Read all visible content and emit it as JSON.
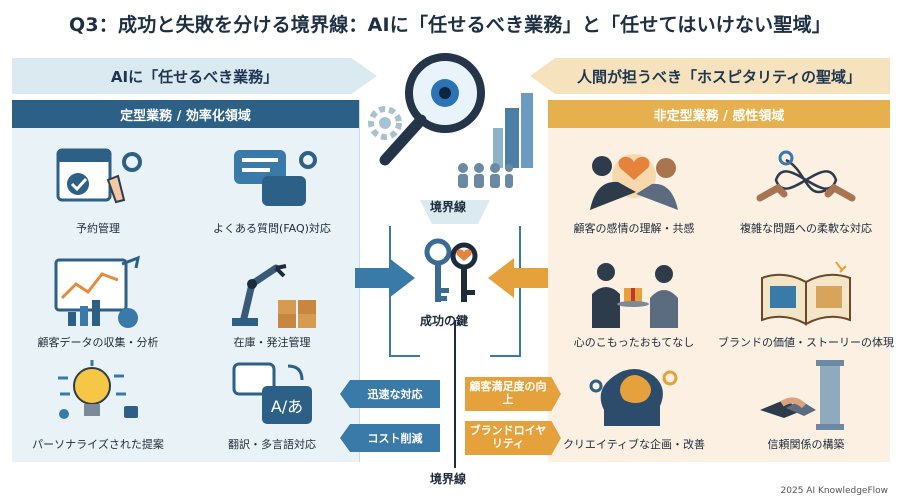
{
  "title": "Q3：成功と失敗を分ける境界線：AIに「任せるべき業務」と「任せてはいけない聖域」",
  "left_banner": "AIに「任せるべき業務」",
  "right_banner": "人間が担うべき「ホスピタリティの聖域」",
  "left_panel": {
    "header": "定型業務 / 効率化領域",
    "items": [
      {
        "label": "予約管理",
        "icon": "calendar-click-icon"
      },
      {
        "label": "よくある質問(FAQ)対応",
        "icon": "chat-bubbles-icon"
      },
      {
        "label": "顧客データの収集・分析",
        "icon": "analytics-chart-icon"
      },
      {
        "label": "在庫・発注管理",
        "icon": "robot-arm-icon"
      },
      {
        "label": "パーソナライズされた提案",
        "icon": "lightbulb-icon"
      },
      {
        "label": "翻訳・多言語対応",
        "icon": "translate-icon"
      }
    ]
  },
  "right_panel": {
    "header": "非定型業務 / 感性領域",
    "items": [
      {
        "label": "顧客の感情の理解・共感",
        "icon": "heart-hands-icon"
      },
      {
        "label": "複雑な問題への柔軟な対応",
        "icon": "tangled-knot-icon"
      },
      {
        "label": "心のこもったおもてなし",
        "icon": "gift-service-icon"
      },
      {
        "label": "ブランドの価値・ストーリーの体現",
        "icon": "storybook-icon"
      },
      {
        "label": "クリエイティブな企画・改善",
        "icon": "brain-idea-icon"
      },
      {
        "label": "信頼関係の構築",
        "icon": "handshake-icon"
      }
    ]
  },
  "center": {
    "boundary_top": "境界線",
    "key_label": "成功の鍵",
    "boundary_bottom": "境界線"
  },
  "left_pills": [
    "迅速な対応",
    "コスト削減"
  ],
  "right_pills": [
    "顧客満足度の向上",
    "ブランドロイヤリティ"
  ],
  "footer": "2025 AI KnowledgeFlow",
  "colors": {
    "navy": "#2d6086",
    "gold": "#e6b04f",
    "blue_arrow": "#3a7aa8",
    "gold_arrow": "#e5a23c"
  }
}
